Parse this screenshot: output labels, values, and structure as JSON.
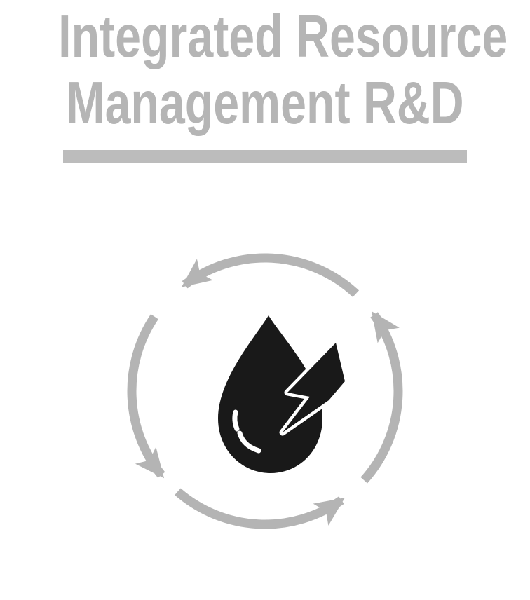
{
  "page": {
    "background_color": "#ffffff"
  },
  "title": {
    "line1": "Integrated Resource",
    "line2": "Management R&D",
    "color": "#b5b5b5"
  },
  "divider": {
    "color": "#bcbcbc"
  },
  "icon": {
    "name": "water-energy-cycle",
    "description": "Black water droplet with lightning bolt inside counterclockwise circular cycle arrows",
    "arc_color": "#b4b4b4",
    "drop_color": "#191919",
    "bolt_outline_color": "#ffffff",
    "highlight_color": "#ffffff"
  }
}
